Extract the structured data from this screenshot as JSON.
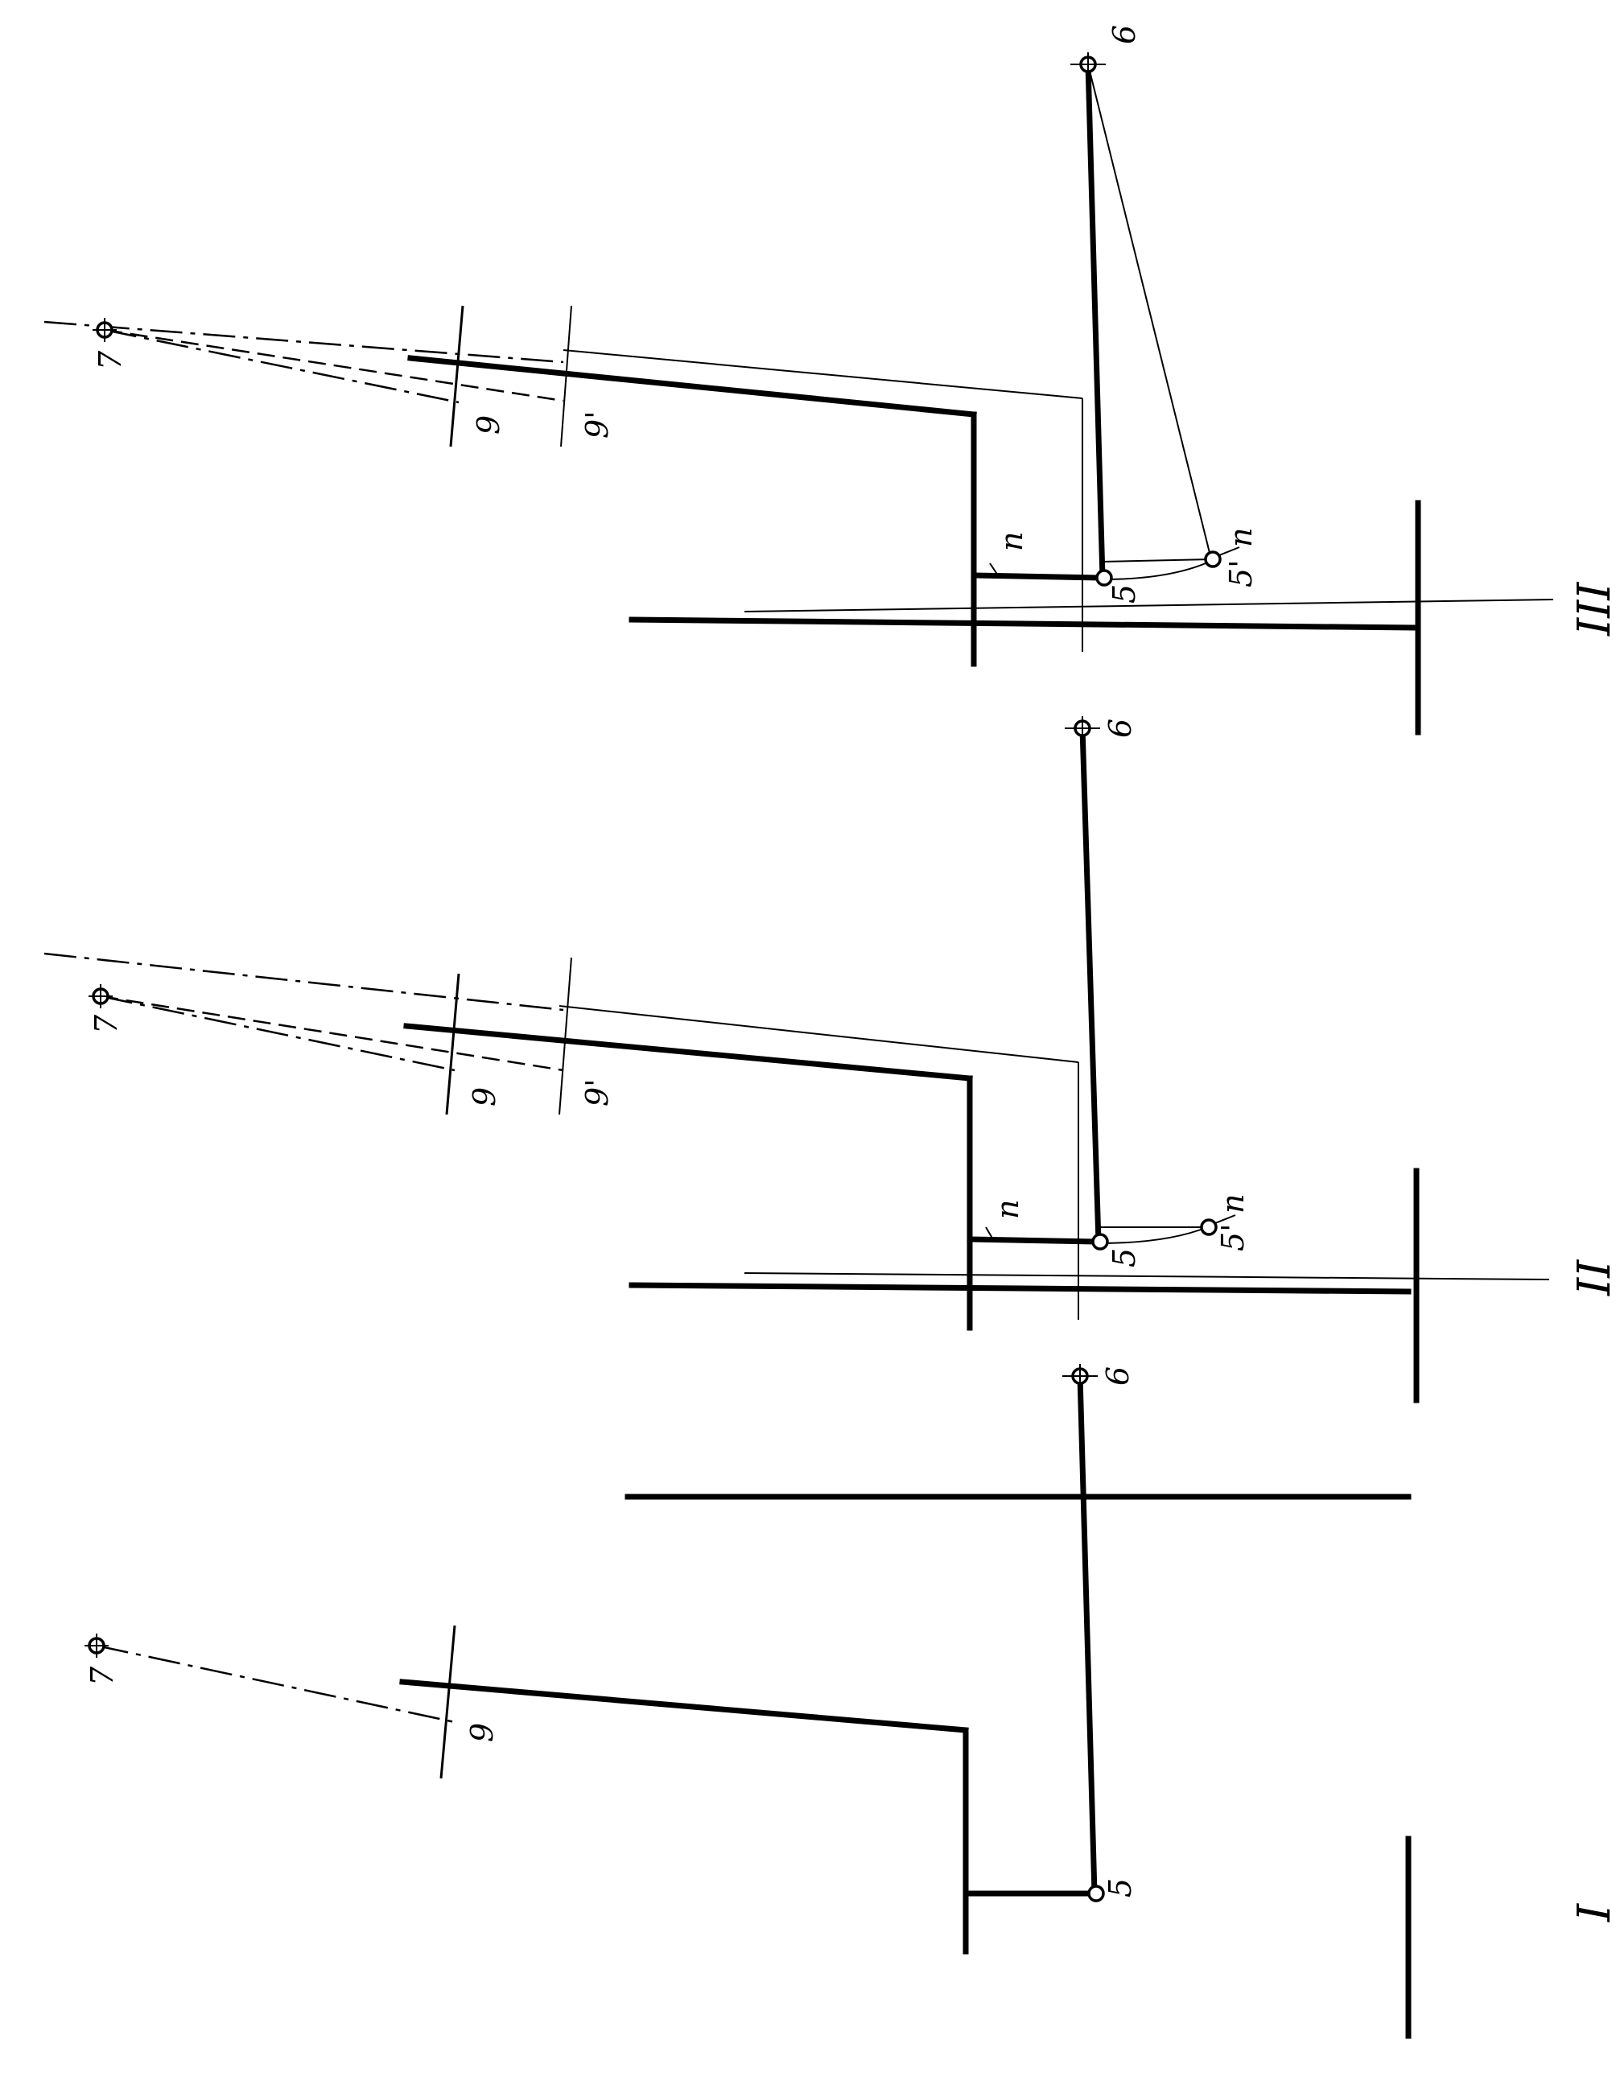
{
  "figure": {
    "panels": [
      {
        "id": "I",
        "roman_label": "I",
        "points": {
          "p7": "7",
          "p9": "9",
          "p5": "5",
          "p6": "6"
        }
      },
      {
        "id": "II",
        "roman_label": "II",
        "points": {
          "p7": "7",
          "p9": "9",
          "p9p": "9'",
          "p5": "5",
          "p5p": "5'",
          "p6": "6",
          "n1": "n",
          "n2": "n"
        }
      },
      {
        "id": "III",
        "roman_label": "III",
        "points": {
          "p7": "7",
          "p9": "9",
          "p9p": "9'",
          "p5": "5",
          "p5p": "5'",
          "p6": "6",
          "n1": "n",
          "n2": "n"
        }
      }
    ]
  }
}
